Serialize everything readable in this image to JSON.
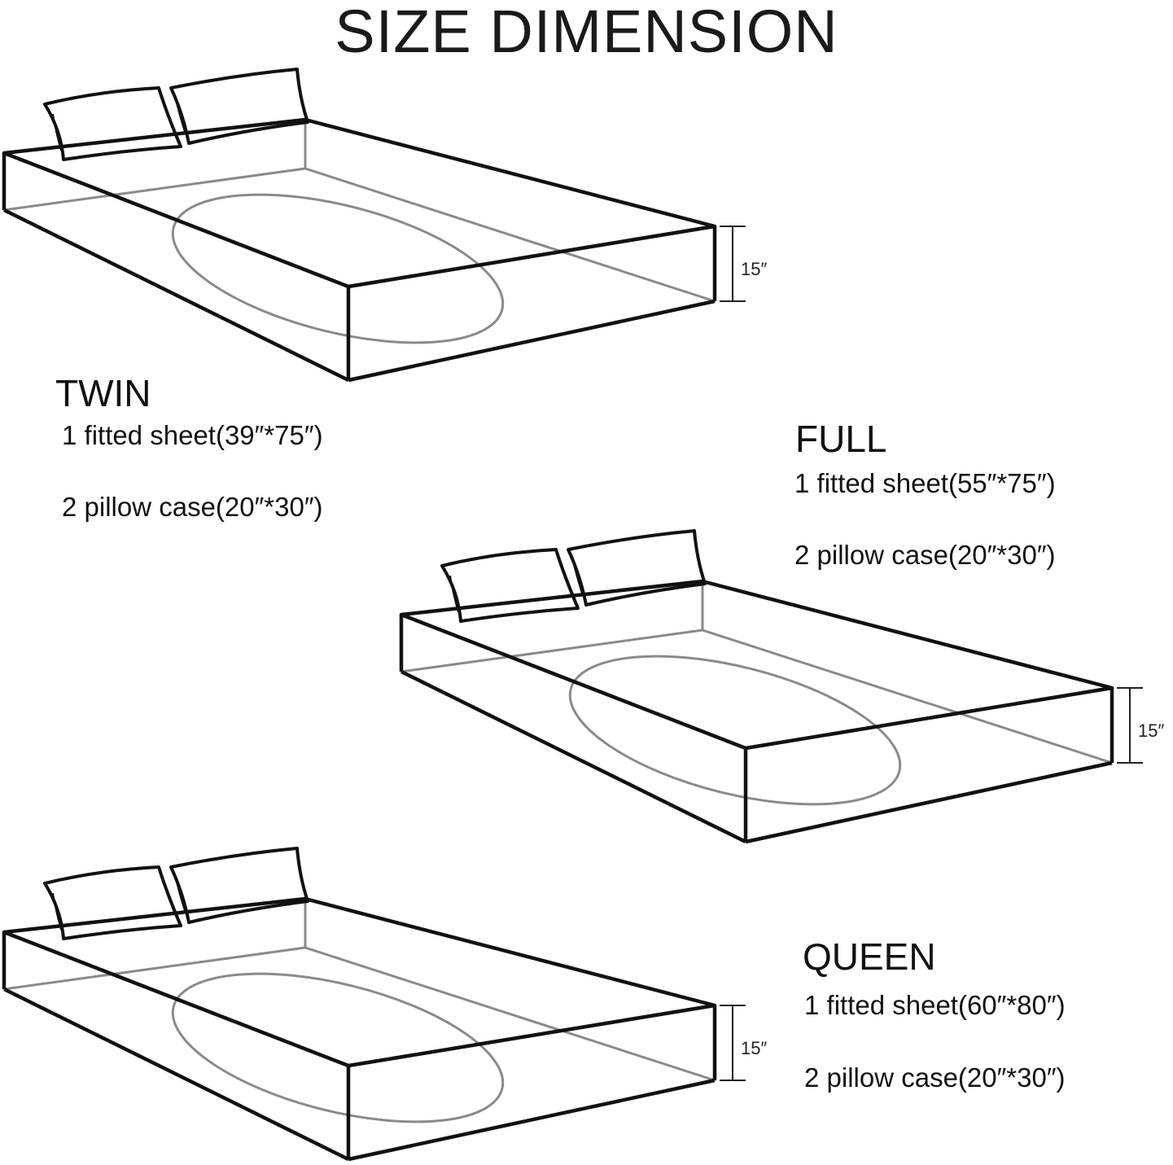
{
  "title": "SIZE DIMENSION",
  "sizes": [
    {
      "name": "TWIN",
      "fitted_sheet": "1 fitted sheet(39″*75″)",
      "pillow_case": "2 pillow case(20″*30″)",
      "height": "15″"
    },
    {
      "name": "FULL",
      "fitted_sheet": "1 fitted sheet(55″*75″)",
      "pillow_case": "2 pillow case(20″*30″)",
      "height": "15″"
    },
    {
      "name": "QUEEN",
      "fitted_sheet": "1 fitted sheet(60″*80″)",
      "pillow_case": "2 pillow case(20″*30″)",
      "height": "15″"
    }
  ]
}
